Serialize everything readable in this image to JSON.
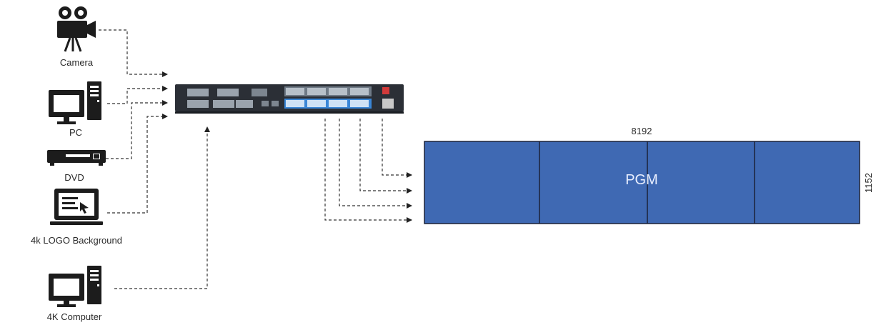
{
  "sources": [
    {
      "label": "Camera",
      "icon": "video-camera-icon"
    },
    {
      "label": "PC",
      "icon": "desktop-pc-icon"
    },
    {
      "label": "DVD",
      "icon": "dvd-player-icon"
    },
    {
      "label": "4k LOGO Background",
      "icon": "laptop-icon"
    },
    {
      "label": "4K Computer",
      "icon": "desktop-pc-icon"
    }
  ],
  "processor": {
    "icon": "video-processor-rear-panel-icon"
  },
  "screen": {
    "label": "PGM",
    "width_label": "8192",
    "height_label": "1152",
    "panel_count": 4
  },
  "colors": {
    "screen_fill": "#3f69b3",
    "panel_divider": "#1b2238",
    "connector_line": "#333333",
    "icon": "#1c1c1c",
    "device_body": "#2b2f36",
    "port_highlight": "#3a86d6"
  }
}
